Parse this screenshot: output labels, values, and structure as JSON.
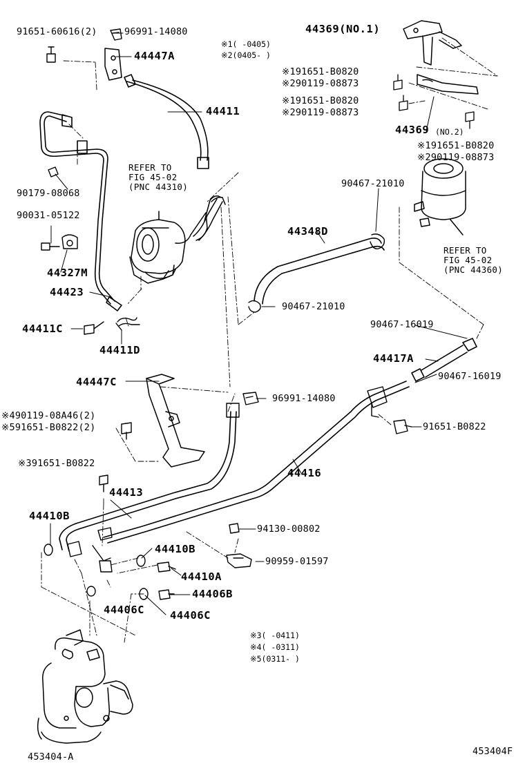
{
  "diagram": {
    "reference": "453404F",
    "gear_assembly_label": "453404-A",
    "notes": {
      "n1": "※1(     -0405)",
      "n2": "※2(0405-     )",
      "n3": "※3(     -0411)",
      "n4": "※4(     -0311)",
      "n5": "※5(0311-     )"
    },
    "refer_pump": {
      "line1": "REFER TO",
      "line2": "FIG 45-02",
      "line3": "(PNC 44310)"
    },
    "refer_tank": {
      "line1": "REFER TO",
      "line2": "FIG 45-02",
      "line3": "(PNC 44360)"
    },
    "parts": {
      "p91651_60616": "91651-60616(2)",
      "p96991_14080_top": "96991-14080",
      "p44447A": "44447A",
      "p44369_no1": "44369(NO.1)",
      "p191651_a": "※191651-B0820",
      "p290119_a": "※290119-08873",
      "p191651_b": "※191651-B0820",
      "p290119_b": "※290119-08873",
      "p44369_no2_num": "44369",
      "p44369_no2_suffix": "(NO.2)",
      "p191651_c": "※191651-B0820",
      "p290119_c": "※290119-08873",
      "p44411": "44411",
      "p90179_08068": "90179-08068",
      "p90031_05122": "90031-05122",
      "p44327M": "44327M",
      "p44423": "44423",
      "p44411C": "44411C",
      "p44411D": "44411D",
      "p90467_21010_top": "90467-21010",
      "p44348D": "44348D",
      "p90467_21010_bot": "90467-21010",
      "p90467_16019_top": "90467-16019",
      "p44417A": "44417A",
      "p90467_16019_bot": "90467-16019",
      "p44447C": "44447C",
      "p96991_14080_mid": "96991-14080",
      "p490119": "※490119-08A46(2)",
      "p591651": "※591651-B0822(2)",
      "p91651_B0822": "91651-B0822",
      "p391651": "※391651-B0822",
      "p44413": "44413",
      "p44416": "44416",
      "p44410B_left": "44410B",
      "p94130_00802": "94130-00802",
      "p44410B_mid": "44410B",
      "p90959_01597": "90959-01597",
      "p44410A": "44410A",
      "p44406B": "44406B",
      "p44406C_left": "44406C",
      "p44406C_right": "44406C"
    }
  }
}
